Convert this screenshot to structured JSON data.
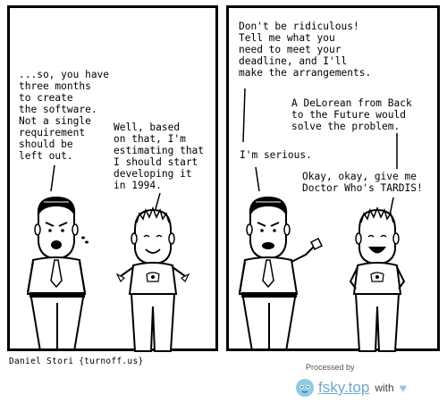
{
  "comic": {
    "panel1": {
      "boss_text": "...so, you have\nthree months\nto create\nthe software.\nNot a single\nrequirement\nshould be\nleft out.",
      "dev_text": "Well, based\non that, I'm\nestimating that\nI should start\ndeveloping it\nin 1994."
    },
    "panel2": {
      "boss_text": "Don't be ridiculous!\nTell me what you\nneed to meet your\ndeadline, and I'll\nmake the arrangements.",
      "dev_text": "A DeLorean from Back\nto the Future would\nsolve the problem.",
      "boss_text_2": "I'm serious.",
      "dev_text_2": "Okay, okay, give me\nDoctor Who's TARDIS!"
    },
    "credit": "Daniel Stori {turnoff.us}"
  },
  "watermark": {
    "processed_by": "Processed by",
    "brand": "fsky.top",
    "with": "with",
    "heart": "♥"
  }
}
